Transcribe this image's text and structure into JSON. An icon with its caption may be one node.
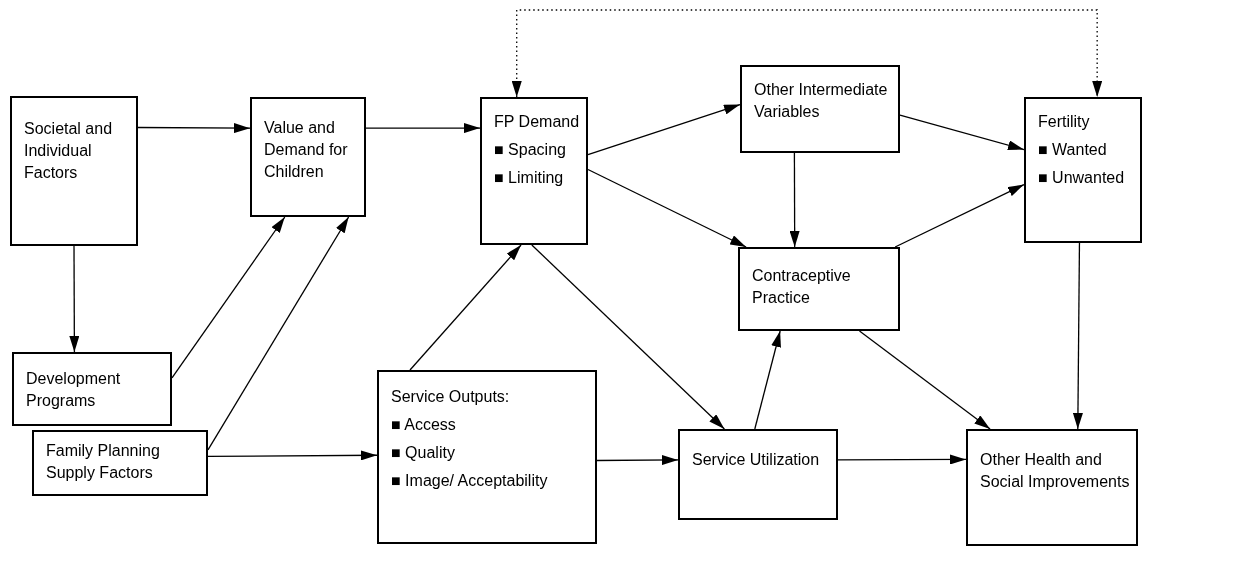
{
  "diagram": {
    "nodes": [
      {
        "text": [
          "Societal and Individual Factors"
        ]
      },
      {
        "text": [
          "Value and Demand for Children"
        ]
      },
      {
        "text": [
          "FP Demand",
          "■ Spacing",
          "■ Limiting"
        ]
      },
      {
        "text": [
          "Other Intermediate Variables"
        ]
      },
      {
        "text": [
          "Fertility",
          "■ Wanted",
          "■ Unwanted"
        ]
      },
      {
        "text": [
          "Contraceptive Practice"
        ]
      },
      {
        "text": [
          "Development Programs"
        ]
      },
      {
        "text": [
          "Family Planning Supply Factors"
        ]
      },
      {
        "text": [
          "Service Outputs:",
          "■ Access",
          "■ Quality",
          "■ Image/ Acceptability"
        ]
      },
      {
        "text": [
          "Service Utilization"
        ]
      },
      {
        "text": [
          "Other Health and Social Improvements"
        ]
      }
    ],
    "edges": [
      {
        "from": 0,
        "to": 1,
        "arrow": "to"
      },
      {
        "from": 1,
        "to": 2,
        "arrow": "to"
      },
      {
        "from": 2,
        "to": 3,
        "arrow": "to"
      },
      {
        "from": 3,
        "to": 4,
        "arrow": "to"
      },
      {
        "from": 0,
        "to": 6,
        "arrow": "to"
      },
      {
        "from": 6,
        "to": 1,
        "arrow": "to"
      },
      {
        "from": 7,
        "to": 1,
        "arrow": "to"
      },
      {
        "from": 7,
        "to": 8,
        "arrow": "to"
      },
      {
        "from": 8,
        "to": 2,
        "arrow": "to"
      },
      {
        "from": 2,
        "to": 9,
        "arrow": "to"
      },
      {
        "from": 2,
        "to": 5,
        "arrow": "to"
      },
      {
        "from": 3,
        "to": 5,
        "arrow": "to"
      },
      {
        "from": 5,
        "to": 4,
        "arrow": "to"
      },
      {
        "from": 9,
        "to": 5,
        "arrow": "to"
      },
      {
        "from": 8,
        "to": 9,
        "arrow": "to"
      },
      {
        "from": 9,
        "to": 10,
        "arrow": "to"
      },
      {
        "from": 5,
        "to": 10,
        "arrow": "to"
      },
      {
        "from": 4,
        "to": 10,
        "arrow": "to"
      },
      {
        "from": 2,
        "to": 4,
        "arrow": "both",
        "style": "dashed"
      }
    ]
  }
}
